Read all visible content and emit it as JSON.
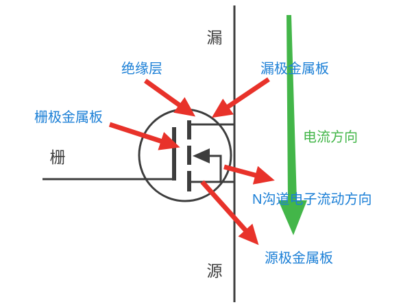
{
  "diagram": {
    "title_hint": "N-channel MOSFET structure annotation",
    "terminals": {
      "drain": "漏",
      "source": "源",
      "gate": "栅"
    },
    "labels": {
      "insulation": "绝缘层",
      "drain_plate": "漏极金属板",
      "gate_plate": "栅极金属板",
      "current_direction": "电流方向",
      "channel_flow": "N沟道电子流动方向",
      "source_plate": "源极金属板"
    },
    "colors": {
      "line": "#3d3d3d",
      "label_blue": "#1b7fd6",
      "arrow_red": "#e8322a",
      "green": "#43b649"
    }
  }
}
